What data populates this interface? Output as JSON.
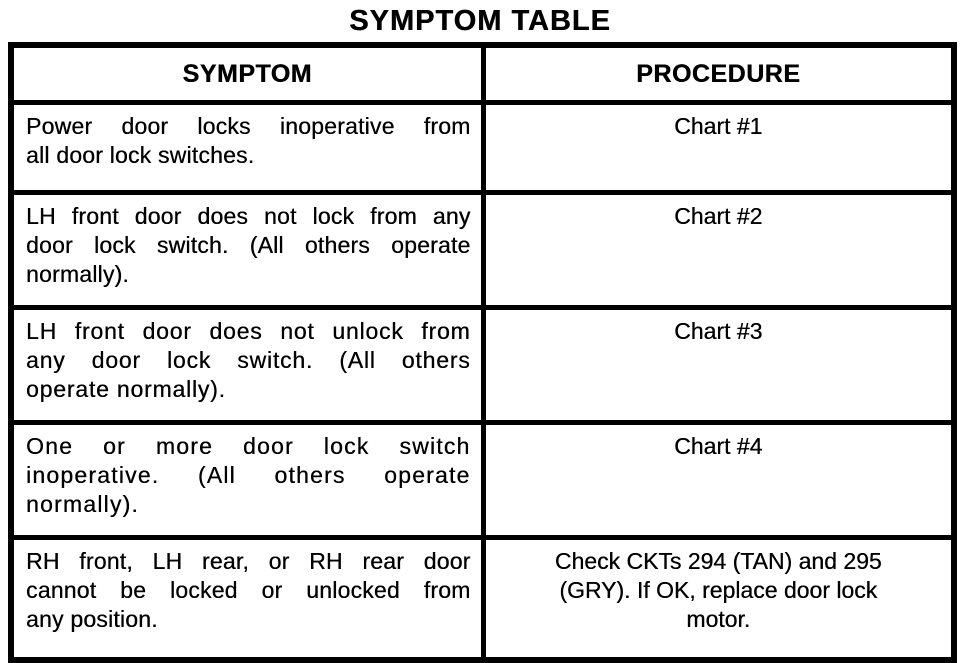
{
  "page": {
    "title": "SYMPTOM TABLE"
  },
  "table": {
    "columns": [
      "SYMPTOM",
      "PROCEDURE"
    ],
    "rows": [
      {
        "symptom_lines": [
          "Power door locks inoperative from",
          "all door lock switches."
        ],
        "procedure_lines": [
          "Chart #1"
        ]
      },
      {
        "symptom_lines": [
          "LH front door does not lock from any",
          "door lock switch. (All others operate",
          "normally)."
        ],
        "procedure_lines": [
          "Chart #2"
        ]
      },
      {
        "symptom_lines": [
          "LH front door does not unlock from",
          "any door lock switch. (All others",
          "operate normally)."
        ],
        "procedure_lines": [
          "Chart #3"
        ]
      },
      {
        "symptom_lines": [
          "One or more door lock switch",
          "inoperative. (All others operate",
          "normally)."
        ],
        "procedure_lines": [
          "Chart #4"
        ]
      },
      {
        "symptom_lines": [
          "RH front, LH rear, or RH rear door",
          "cannot be locked or unlocked from",
          "any position."
        ],
        "procedure_lines": [
          "Check CKTs 294 (TAN) and 295",
          "(GRY). If OK, replace door lock",
          "motor."
        ]
      }
    ]
  },
  "colors": {
    "ink": "#000000",
    "paper": "#ffffff"
  }
}
